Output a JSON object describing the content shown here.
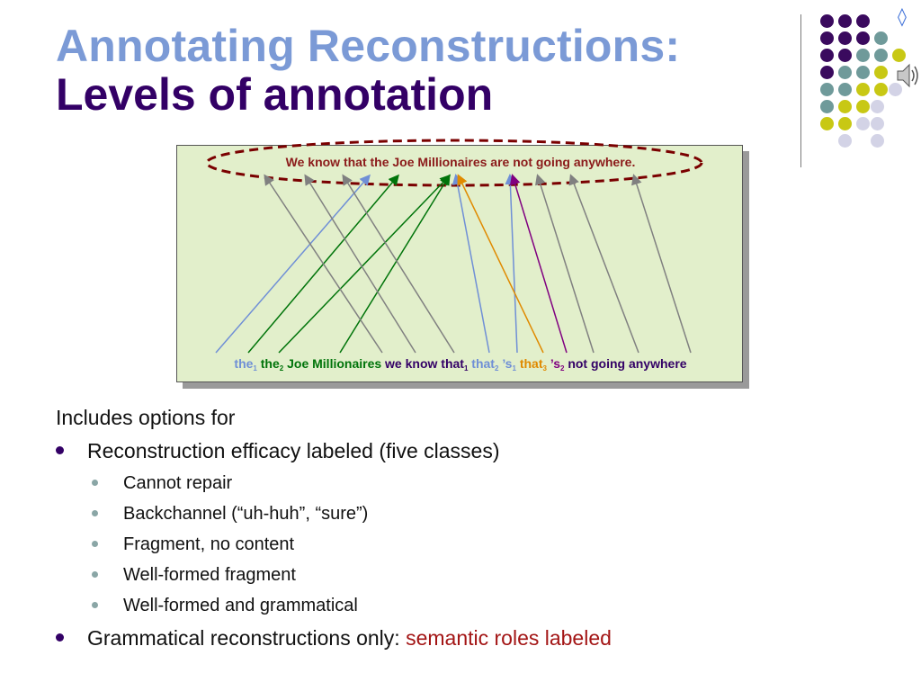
{
  "slide": {
    "title_line1": "Annotating Reconstructions:",
    "title_line2": "Levels of annotation"
  },
  "nav": {
    "glyph": "◊",
    "icon": "diamond-nav-icon",
    "audio_icon": "speaker-icon"
  },
  "figure": {
    "sentence": "We know that the Joe Millionaires are not going anywhere.",
    "tokens": [
      {
        "text": "the",
        "sub": "1",
        "color": "#6f8fd6"
      },
      {
        "text": "the",
        "sub": "2",
        "color": "#00740a"
      },
      {
        "text": "Joe Millionaires",
        "sub": "",
        "color": "#00740a"
      },
      {
        "text": "we know that",
        "sub": "1",
        "color": "#330066"
      },
      {
        "text": "that",
        "sub": "2",
        "color": "#6f8fd6"
      },
      {
        "text": "’s",
        "sub": "1",
        "color": "#6f8fd6"
      },
      {
        "text": "that",
        "sub": "3",
        "color": "#e08a00"
      },
      {
        "text": "’s",
        "sub": "2",
        "color": "#800080"
      },
      {
        "text": "not going anywhere",
        "sub": "",
        "color": "#330066"
      }
    ],
    "colors": {
      "background": "#e2efcb",
      "ellipse": "#7a0000",
      "gray_arrow": "#808080",
      "blue_arrow": "#6f8fd6",
      "green_arrow": "#00740a",
      "orange_arrow": "#e08a00",
      "purple_arrow": "#800080"
    }
  },
  "content": {
    "intro": "Includes options for",
    "bullet1": "Reconstruction efficacy labeled (five classes)",
    "sub_bullets": [
      "Cannot repair",
      "Backchannel (“uh-huh”, “sure”)",
      "Fragment, no content",
      "Well-formed fragment",
      "Well-formed and grammatical"
    ],
    "bullet2_prefix": "Grammatical reconstructions only: ",
    "bullet2_highlight": "semantic roles labeled"
  },
  "decor_colors": {
    "purple": "#3a0a5e",
    "teal": "#6f9a9a",
    "yellow": "#c8c814",
    "lavender": "#d3d3e6"
  }
}
